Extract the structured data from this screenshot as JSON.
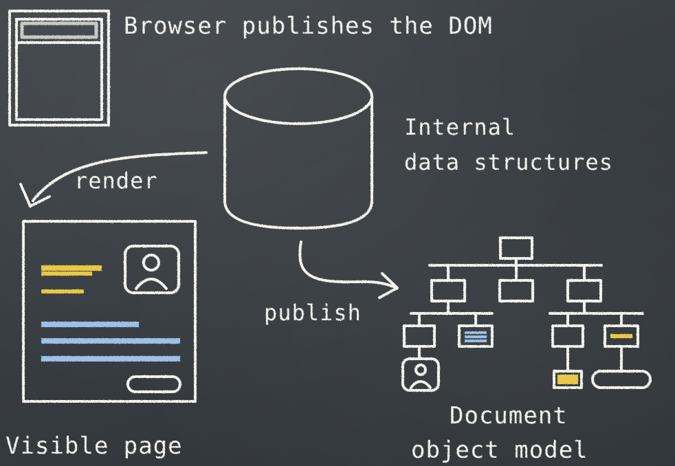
{
  "diagram": {
    "title": "Browser publishes the DOM",
    "internal_label_line1": "Internal",
    "internal_label_line2": "data structures",
    "render_label": "render",
    "publish_label": "publish",
    "visible_page_label": "Visible page",
    "dom_label_line1": "Document",
    "dom_label_line2": "object model"
  },
  "colors": {
    "chalk": "#f2f2ee",
    "yellow": "#e9c84a",
    "blue": "#9cc1e6",
    "board": "#3a3f44"
  },
  "icons": [
    "browser-window-icon",
    "database-cylinder-icon",
    "person-avatar-icon",
    "dom-tree-icon"
  ]
}
